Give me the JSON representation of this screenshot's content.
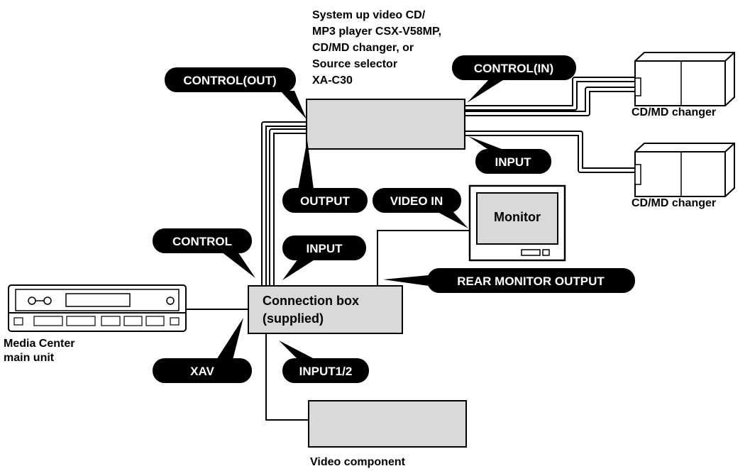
{
  "labels": {
    "system_up": [
      "System up video CD/",
      "MP3 player CSX-V58MP,",
      "CD/MD changer, or",
      "Source selector",
      "XA-C30"
    ],
    "cd_changer_1": "CD/MD changer",
    "cd_changer_2": "CD/MD changer",
    "media_center": [
      "Media Center",
      "main unit"
    ],
    "video_component": "Video component"
  },
  "boxes": {
    "monitor": "Monitor",
    "connection_box": [
      "Connection box",
      "(supplied)"
    ]
  },
  "callouts": {
    "control_out": "CONTROL(OUT)",
    "control_in": "CONTROL(IN)",
    "input_top": "INPUT",
    "output": "OUTPUT",
    "video_in": "VIDEO IN",
    "control": "CONTROL",
    "input_mid": "INPUT",
    "rear_monitor_output": "REAR MONITOR OUTPUT",
    "xav": "XAV",
    "input12": "INPUT1/2"
  }
}
